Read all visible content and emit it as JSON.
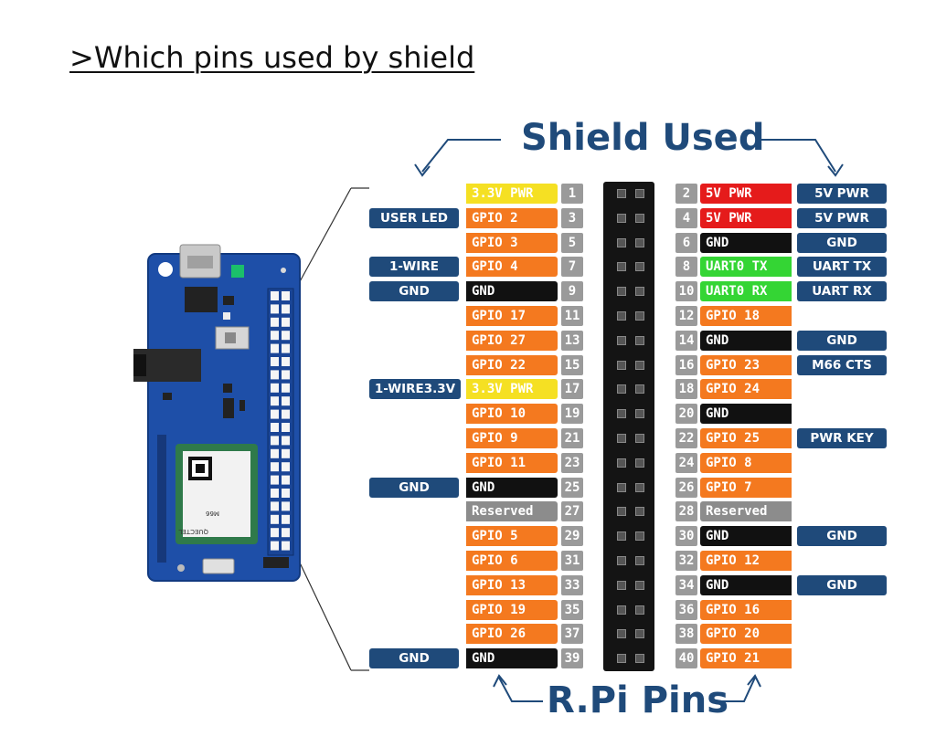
{
  "heading": ">Which pins used by shield",
  "labels": {
    "shield_used": "Shield Used",
    "rpi_pins": "R.Pi Pins"
  },
  "board": {
    "module_text": [
      "M66",
      "QUECTEL"
    ]
  },
  "colors": {
    "power33": "#f5e023",
    "power5": "#e51b1b",
    "gpio": "#f4791f",
    "gnd": "#111111",
    "uart": "#34d534",
    "reserved": "#8c8c8c",
    "shield": "#1f4a7a",
    "pin_number": "#9a9a9a"
  },
  "rows": [
    {
      "l_shield": "",
      "l_fn": "3.3V PWR",
      "l_type": "power33",
      "l_num": "1",
      "r_num": "2",
      "r_fn": "5V PWR",
      "r_type": "power5",
      "r_shield": "5V PWR"
    },
    {
      "l_shield": "USER LED",
      "l_fn": "GPIO 2",
      "l_type": "gpio",
      "l_num": "3",
      "r_num": "4",
      "r_fn": "5V PWR",
      "r_type": "power5",
      "r_shield": "5V PWR"
    },
    {
      "l_shield": "",
      "l_fn": "GPIO 3",
      "l_type": "gpio",
      "l_num": "5",
      "r_num": "6",
      "r_fn": "GND",
      "r_type": "gnd",
      "r_shield": "GND"
    },
    {
      "l_shield": "1-WIRE",
      "l_fn": "GPIO 4",
      "l_type": "gpio",
      "l_num": "7",
      "r_num": "8",
      "r_fn": "UART0 TX",
      "r_type": "uart",
      "r_shield": "UART TX"
    },
    {
      "l_shield": "GND",
      "l_fn": "GND",
      "l_type": "gnd",
      "l_num": "9",
      "r_num": "10",
      "r_fn": "UART0 RX",
      "r_type": "uart",
      "r_shield": "UART RX"
    },
    {
      "l_shield": "",
      "l_fn": "GPIO 17",
      "l_type": "gpio",
      "l_num": "11",
      "r_num": "12",
      "r_fn": "GPIO 18",
      "r_type": "gpio",
      "r_shield": ""
    },
    {
      "l_shield": "",
      "l_fn": "GPIO 27",
      "l_type": "gpio",
      "l_num": "13",
      "r_num": "14",
      "r_fn": "GND",
      "r_type": "gnd",
      "r_shield": "GND"
    },
    {
      "l_shield": "",
      "l_fn": "GPIO 22",
      "l_type": "gpio",
      "l_num": "15",
      "r_num": "16",
      "r_fn": "GPIO 23",
      "r_type": "gpio",
      "r_shield": "M66 CTS"
    },
    {
      "l_shield": "1-WIRE3.3V",
      "l_fn": "3.3V PWR",
      "l_type": "power33",
      "l_num": "17",
      "r_num": "18",
      "r_fn": "GPIO 24",
      "r_type": "gpio",
      "r_shield": ""
    },
    {
      "l_shield": "",
      "l_fn": "GPIO 10",
      "l_type": "gpio",
      "l_num": "19",
      "r_num": "20",
      "r_fn": "GND",
      "r_type": "gnd",
      "r_shield": ""
    },
    {
      "l_shield": "",
      "l_fn": "GPIO 9",
      "l_type": "gpio",
      "l_num": "21",
      "r_num": "22",
      "r_fn": "GPIO 25",
      "r_type": "gpio",
      "r_shield": "PWR KEY"
    },
    {
      "l_shield": "",
      "l_fn": "GPIO 11",
      "l_type": "gpio",
      "l_num": "23",
      "r_num": "24",
      "r_fn": "GPIO 8",
      "r_type": "gpio",
      "r_shield": ""
    },
    {
      "l_shield": "GND",
      "l_fn": "GND",
      "l_type": "gnd",
      "l_num": "25",
      "r_num": "26",
      "r_fn": "GPIO 7",
      "r_type": "gpio",
      "r_shield": ""
    },
    {
      "l_shield": "",
      "l_fn": "Reserved",
      "l_type": "reserved",
      "l_num": "27",
      "r_num": "28",
      "r_fn": "Reserved",
      "r_type": "reserved",
      "r_shield": ""
    },
    {
      "l_shield": "",
      "l_fn": "GPIO 5",
      "l_type": "gpio",
      "l_num": "29",
      "r_num": "30",
      "r_fn": "GND",
      "r_type": "gnd",
      "r_shield": "GND"
    },
    {
      "l_shield": "",
      "l_fn": "GPIO 6",
      "l_type": "gpio",
      "l_num": "31",
      "r_num": "32",
      "r_fn": "GPIO 12",
      "r_type": "gpio",
      "r_shield": ""
    },
    {
      "l_shield": "",
      "l_fn": "GPIO 13",
      "l_type": "gpio",
      "l_num": "33",
      "r_num": "34",
      "r_fn": "GND",
      "r_type": "gnd",
      "r_shield": "GND"
    },
    {
      "l_shield": "",
      "l_fn": "GPIO 19",
      "l_type": "gpio",
      "l_num": "35",
      "r_num": "36",
      "r_fn": "GPIO 16",
      "r_type": "gpio",
      "r_shield": ""
    },
    {
      "l_shield": "",
      "l_fn": "GPIO 26",
      "l_type": "gpio",
      "l_num": "37",
      "r_num": "38",
      "r_fn": "GPIO 20",
      "r_type": "gpio",
      "r_shield": ""
    },
    {
      "l_shield": "GND",
      "l_fn": "GND",
      "l_type": "gnd",
      "l_num": "39",
      "r_num": "40",
      "r_fn": "GPIO 21",
      "r_type": "gpio",
      "r_shield": ""
    }
  ]
}
